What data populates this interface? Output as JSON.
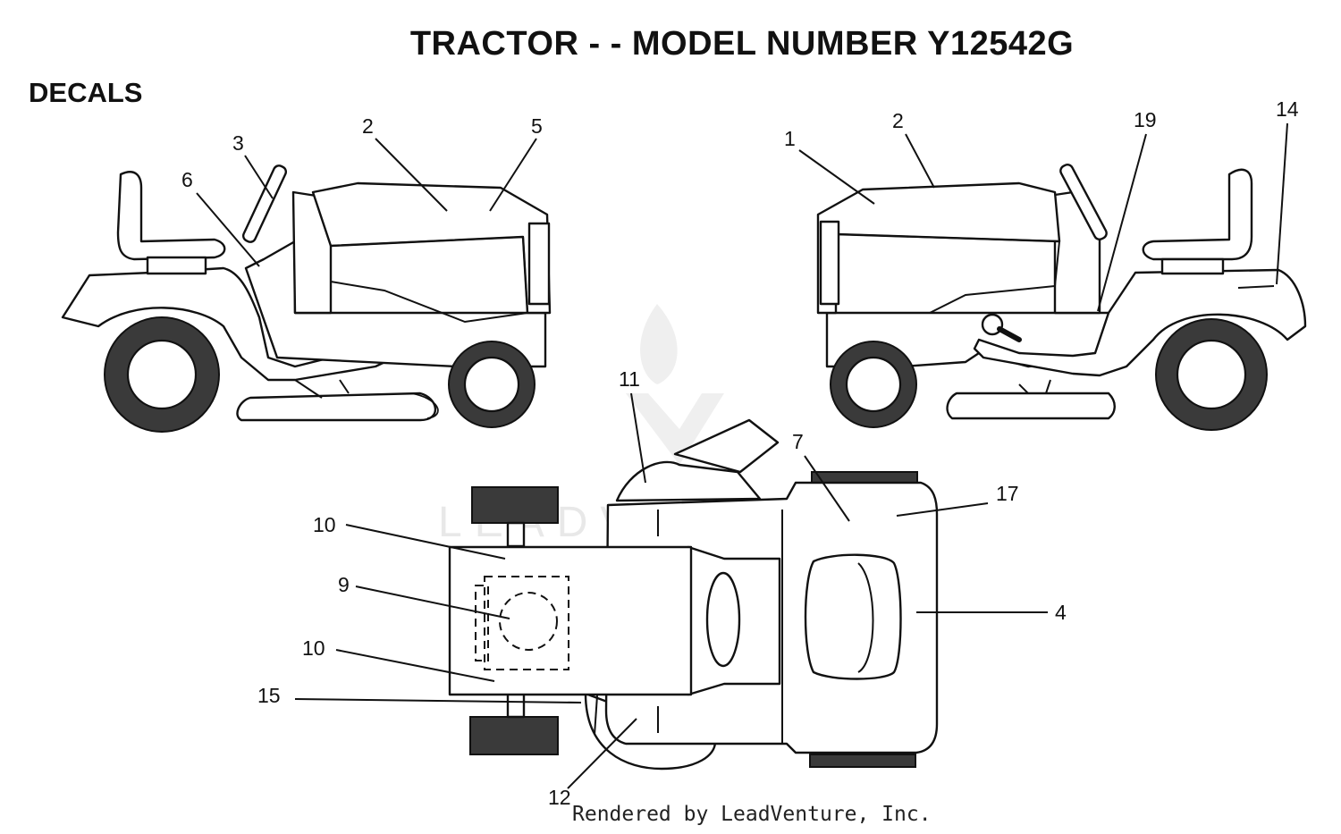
{
  "title": "TRACTOR - - MODEL NUMBER Y12542G",
  "section": "DECALS",
  "watermark": "LEADVENTURE",
  "footer": "Rendered by LeadVenture, Inc.",
  "callouts": {
    "left_3": "3",
    "left_2": "2",
    "left_5": "5",
    "left_6": "6",
    "right_1": "1",
    "right_2": "2",
    "right_19": "19",
    "right_14": "14",
    "top_11": "11",
    "top_7": "7",
    "top_17": "17",
    "top_10a": "10",
    "top_9": "9",
    "top_10b": "10",
    "top_15": "15",
    "top_4": "4",
    "top_12": "12"
  }
}
